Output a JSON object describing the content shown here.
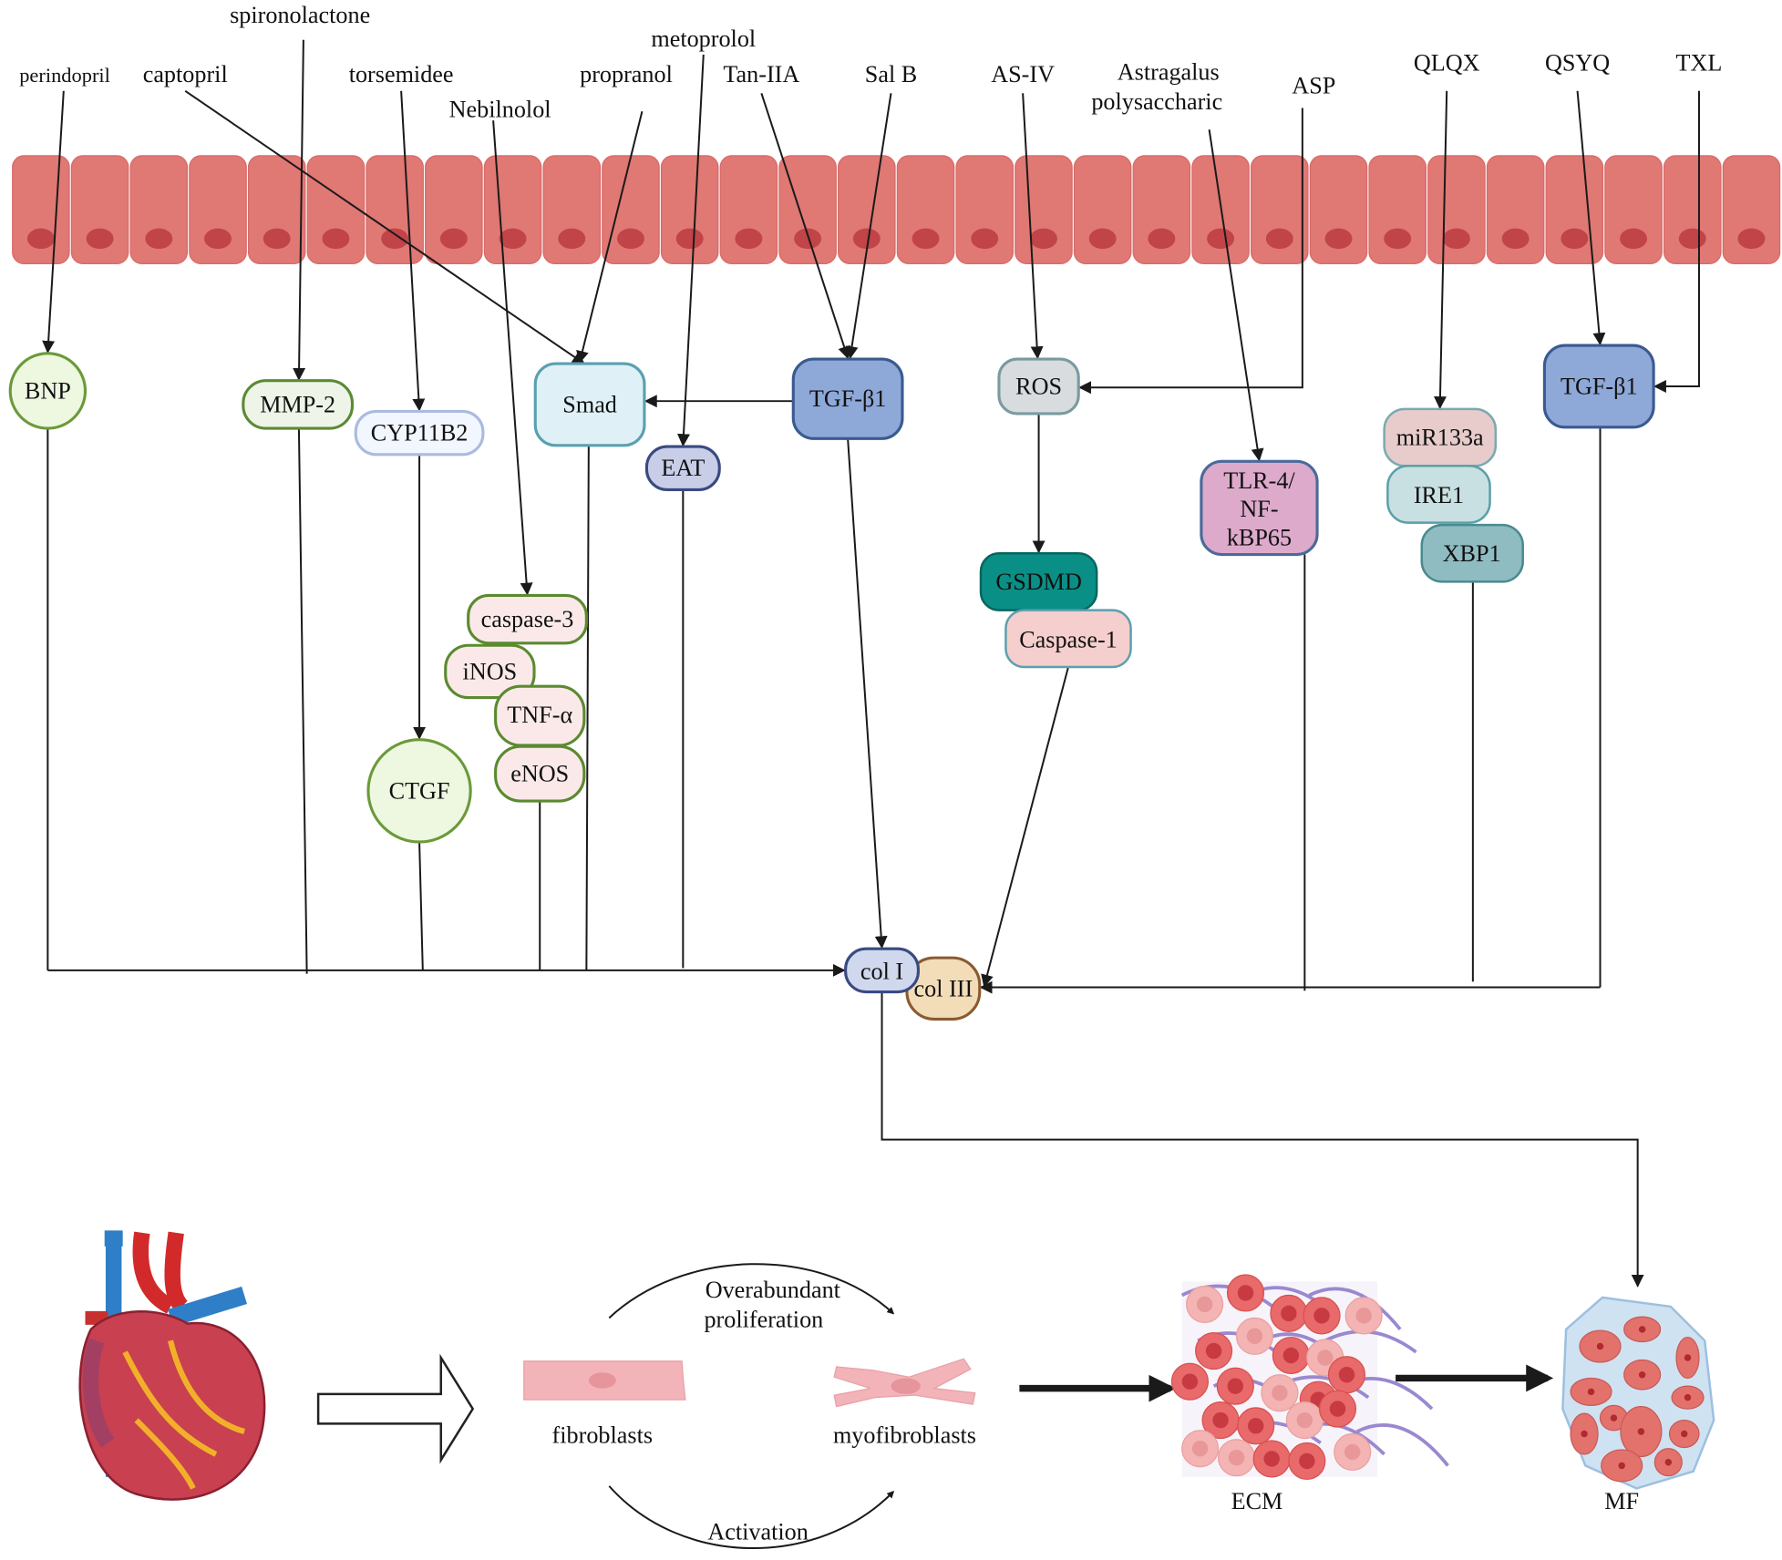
{
  "drugs": {
    "perindopril": "perindopril",
    "captopril": "captopril",
    "spironolactone": "spironolactone",
    "torsemidee": "torsemidee",
    "nebilnolol": "Nebilnolol",
    "propranol": "propranol",
    "metoprolol": "metoprolol",
    "tan_iia": "Tan-IIA",
    "sal_b": "Sal B",
    "as_iv": "AS-IV",
    "astragalus_1": "Astragalus",
    "astragalus_2": "polysaccharic",
    "asp": "ASP",
    "qlqx": "QLQX",
    "qsyq": "QSYQ",
    "txl": "TXL"
  },
  "nodes": {
    "bnp": "BNP",
    "mmp2": "MMP-2",
    "cyp11b2": "CYP11B2",
    "smad": "Smad",
    "eat": "EAT",
    "tgfb1_left": "TGF-β1",
    "ros": "ROS",
    "gsdmd": "GSDMD",
    "caspase1": "Caspase-1",
    "tlr4_1": "TLR-4/",
    "tlr4_2": "NF-",
    "tlr4_3": "kBP65",
    "mir133a": "miR133a",
    "ire1": "IRE1",
    "xbp1": "XBP1",
    "tgfb1_right": "TGF-β1",
    "caspase3": "caspase-3",
    "inos": "iNOS",
    "tnfa": "TNF-α",
    "enos": "eNOS",
    "ctgf": "CTGF",
    "col1": "col I",
    "col3": "col III"
  },
  "bottom": {
    "fibroblasts": "fibroblasts",
    "myofibroblasts": "myofibroblasts",
    "overabundant_1": "Overabundant",
    "overabundant_2": "proliferation",
    "activation": "Activation",
    "ecm": "ECM",
    "mf": "MF"
  },
  "colors": {
    "cell": "#e07874",
    "nucleus": "#c04448",
    "gsdmd": "#0a8f86",
    "tgfb1": "#8ea8d8"
  }
}
